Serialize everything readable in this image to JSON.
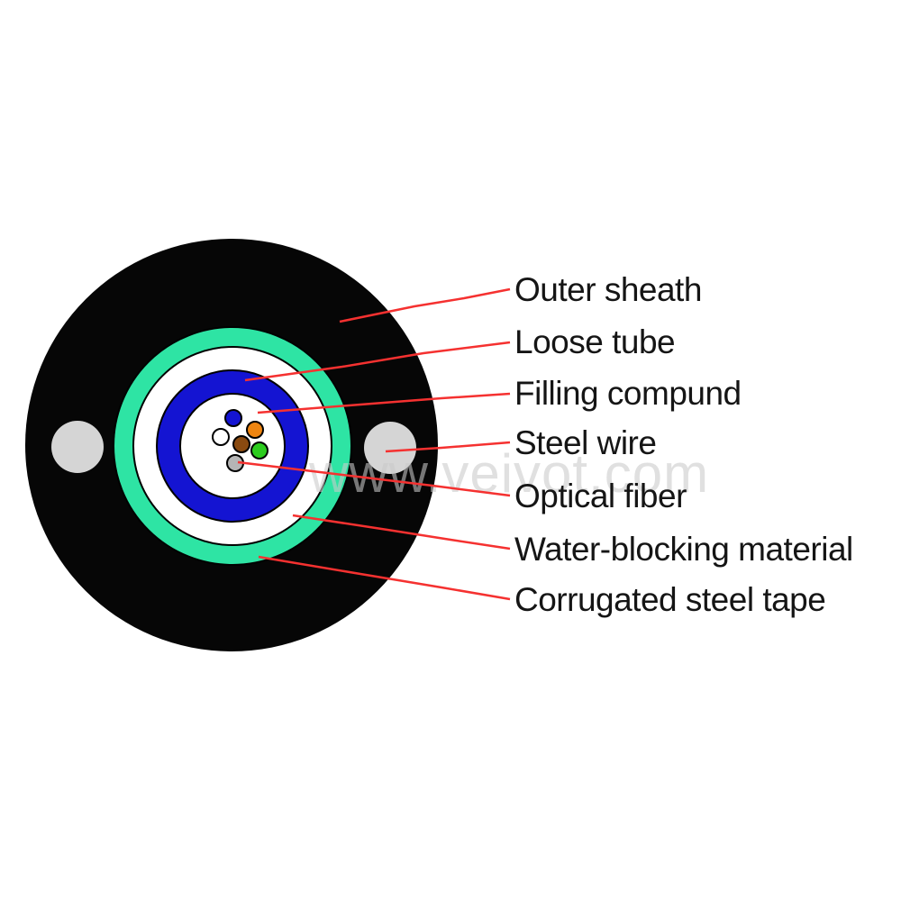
{
  "watermark": {
    "text": "www.veivot.com"
  },
  "labels": [
    {
      "text": "Outer sheath"
    },
    {
      "text": "Loose tube"
    },
    {
      "text": "Filling compund"
    },
    {
      "text": "Steel wire"
    },
    {
      "text": "Optical fiber"
    },
    {
      "text": "Water-blocking material"
    },
    {
      "text": "Corrugated steel tape"
    }
  ],
  "palette": {
    "background": "#ffffff",
    "outer_sheath_black": "#060606",
    "corrugated_steel_tape_teal": "#2ee4a4",
    "water_blocking_white": "#ffffff",
    "loose_tube_blue": "#1414d2",
    "filling_compound_white": "#ffffff",
    "steel_wire_gray": "#d5d5d5",
    "fiber_blue": "#1414d2",
    "fiber_orange": "#ee8511",
    "fiber_white": "#ffffff",
    "fiber_brown": "#8a4a10",
    "fiber_green": "#2ccc1e",
    "fiber_gray": "#b5b5b5",
    "outline_black": "#000000",
    "leader_line_red": "#f53130",
    "label_text_black": "#151515"
  }
}
